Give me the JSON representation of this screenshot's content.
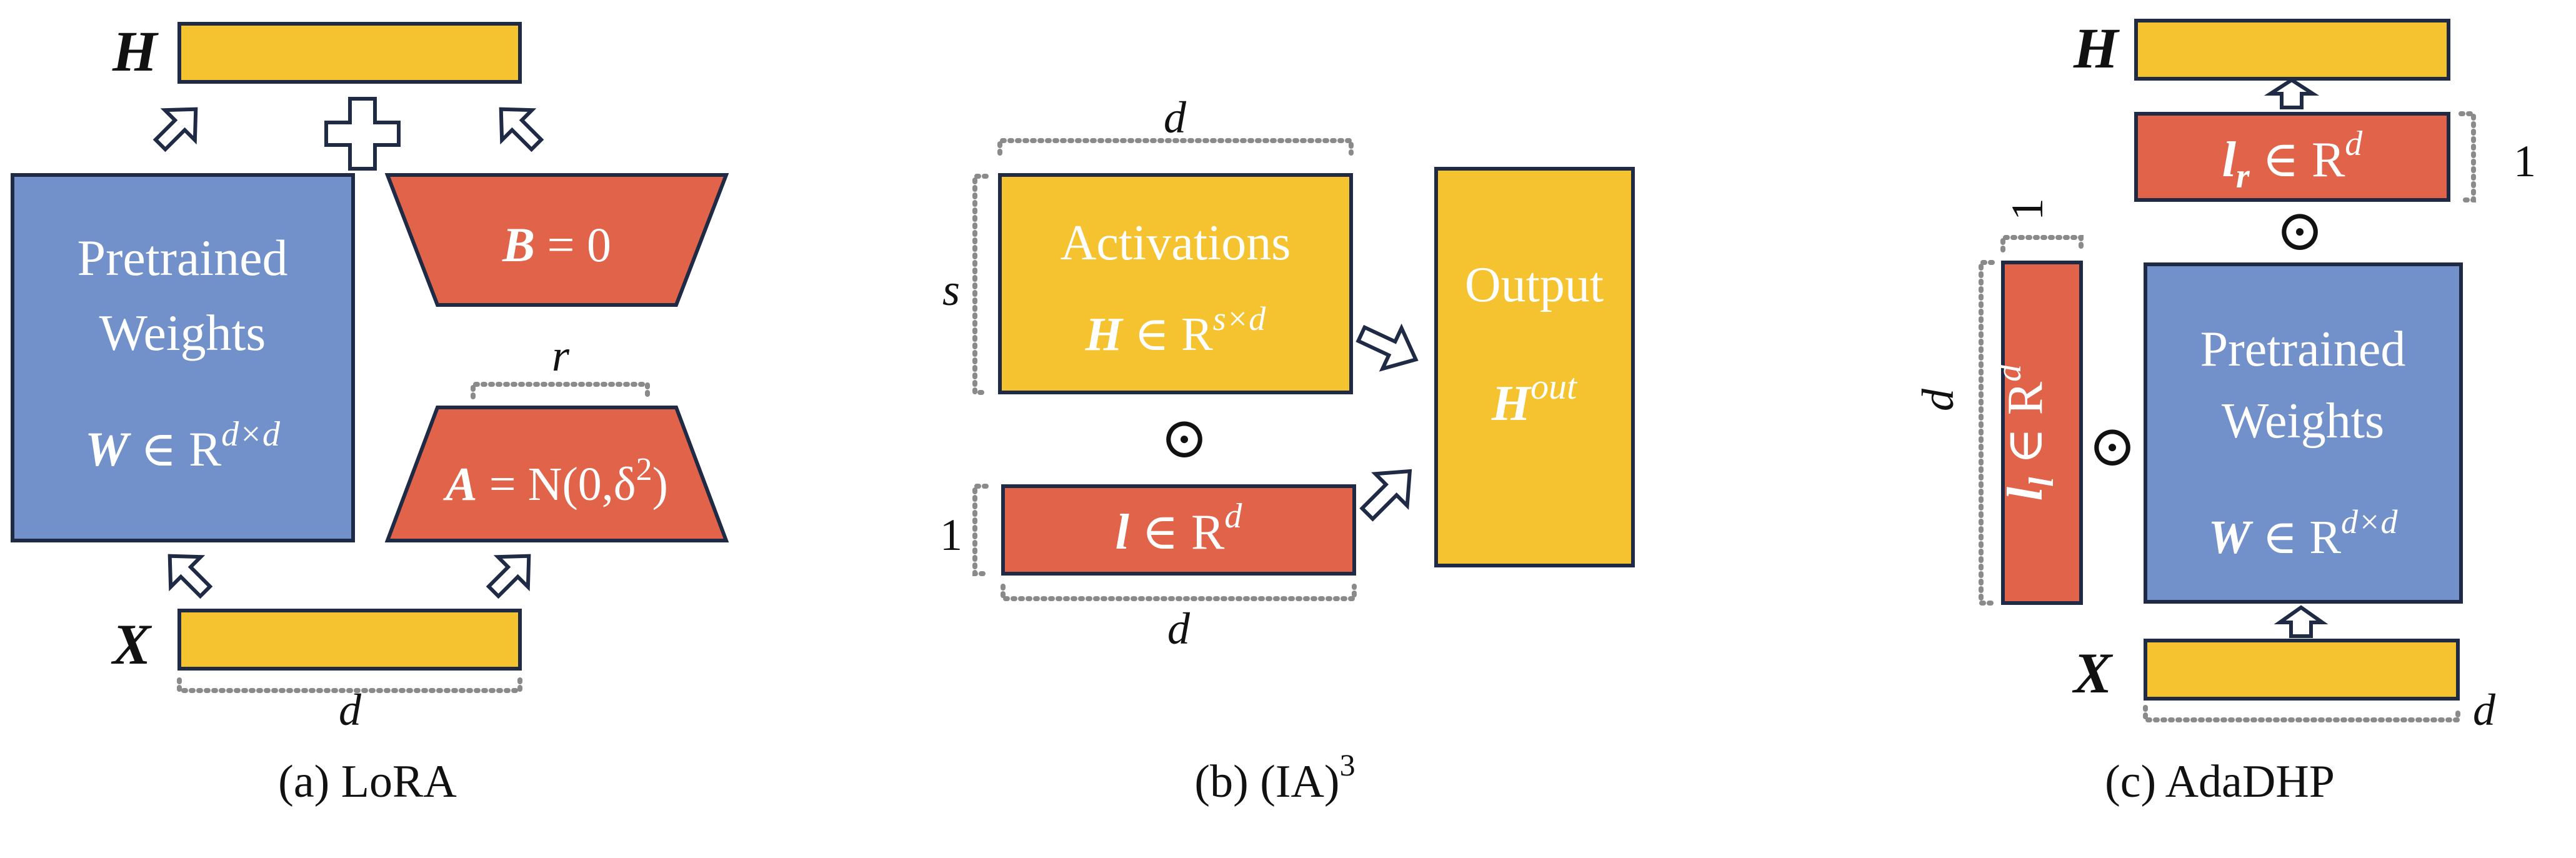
{
  "panel_a": {
    "label_H": "H",
    "label_X": "X",
    "pretrained_line1": "Pretrained",
    "pretrained_line2": "Weights",
    "W": "W",
    "elem": " ∈ R",
    "dxd": "d×d",
    "B": "B",
    "B_rest": " = 0",
    "A": "A",
    "A_rest": " = N(0,δ",
    "A_sup": "2",
    "A_close": ")",
    "dim_r": "r",
    "dim_d": "d",
    "caption": "(a) LoRA"
  },
  "panel_b": {
    "activations": "Activations",
    "H": "H",
    "elem": " ∈ R",
    "sxd": "s×d",
    "l": "l",
    "d_sup": "d",
    "output": "Output",
    "H_out": "H",
    "out_sup": "out",
    "dim_s": "s",
    "dim_top": "d",
    "dim_one": "1",
    "dim_bottom": "d",
    "odot": "⊙",
    "caption": "(b) (IA)",
    "caption_sup": "3"
  },
  "panel_c": {
    "label_H": "H",
    "label_X": "X",
    "l": "l",
    "r_sub": "r",
    "l_sub": "l",
    "elem": " ∈ R",
    "d_sup": "d",
    "pretrained_line1": "Pretrained",
    "pretrained_line2": "Weights",
    "W": "W",
    "dxd": "d×d",
    "odot": "⊙",
    "dim_one_right": "1",
    "dim_one_top": "1",
    "dim_d_left": "d",
    "dim_d_bottom": "d",
    "caption": "(c) AdaDHP"
  }
}
